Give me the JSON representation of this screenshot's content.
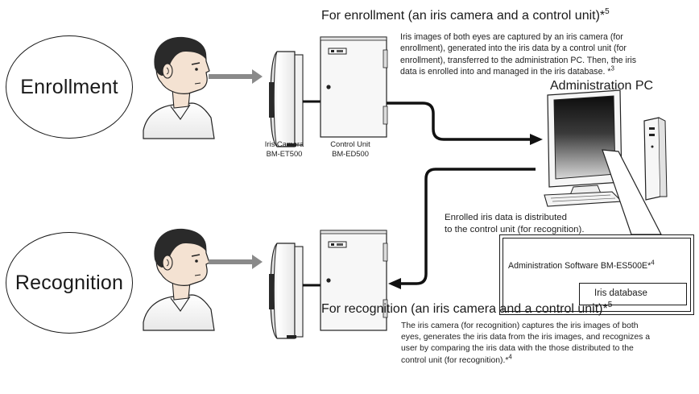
{
  "enrollment": {
    "circle_label": "Enrollment",
    "heading": "For enrollment (an iris camera and a control unit)*",
    "heading_sup": "5",
    "description": "Iris images of both eyes are captured by an iris camera (for enrollment), generated into the iris data by a control unit (for enrollment), transferred to the administration PC. Then, the iris data is enrolled into and managed in the iris database. *",
    "description_sup": "3",
    "camera_caption_line1": "Iris Camera",
    "camera_caption_line2": "BM-ET500",
    "control_caption_line1": "Control Unit",
    "control_caption_line2": "BM-ED500"
  },
  "admin_pc": {
    "title": "Administration PC",
    "distribution_note_line1": "Enrolled iris data is distributed",
    "distribution_note_line2": "to the control unit (for recognition).",
    "software_label": "Administration Software BM-ES500E*",
    "software_sup": "4",
    "database_label": "Iris database"
  },
  "recognition": {
    "circle_label": "Recognition",
    "heading": "For recognition (an iris camera and a control unit)*",
    "heading_sup": "5",
    "description": "The iris camera (for recognition) captures the iris images of both eyes, generates the iris data from the iris images, and recognizes a user by comparing the iris data with the those distributed to the control unit (for recognition).*",
    "description_sup": "4"
  },
  "colors": {
    "line": "#111111",
    "arrow_gray": "#8a8a8a",
    "skin": "#f4e2d2",
    "hair": "#2a2a2a",
    "device": "#f7f7f7",
    "screen_dark": "#1a1a1a"
  }
}
